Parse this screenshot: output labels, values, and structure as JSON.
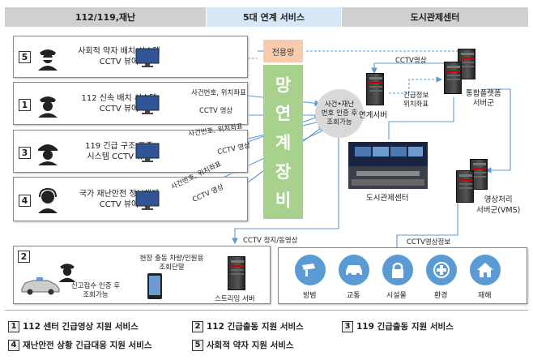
{
  "header": {
    "left": "112/119,재난",
    "middle": "5대 연계 서비스",
    "right": "도시관제센터"
  },
  "cards": [
    {
      "num": "5",
      "title": "사회적 약자 배치 시스템\nCCTV 뷰어"
    },
    {
      "num": "1",
      "title": "112 신속 배치 시스템\nCCTV 뷰어"
    },
    {
      "num": "3",
      "title": "119 긴급 구조 표준\n시스템 CCTV 뷰어"
    },
    {
      "num": "4",
      "title": "국가 재난안전 정보체계\nCCTV 뷰어"
    }
  ],
  "network": {
    "dedicated": "전용망",
    "linkage": [
      "망",
      "연",
      "계",
      "장",
      "비"
    ]
  },
  "flow_labels": {
    "incident_pos_1": "사건번호, 위치좌표",
    "cctv_img_1": "CCTV 영상",
    "incident_pos_2": "사건번호, 위치좌표",
    "cctv_img_2": "CCTV 영상",
    "incident_pos_3": "사건번호, 위치좌표",
    "cctv_img_3": "CCTV 영상",
    "cctv_img_top": "CCTV영상",
    "emergency_info": "긴급정보\n위치좌표",
    "cctv_still": "CCTV 정지/동영상",
    "cctv_info": "CCTV영상정보"
  },
  "auth_circle": "사건•재난\n번호 인증 후\n조회가능",
  "servers": {
    "link": "연계서버",
    "platform": "통합플랫폼\n서버군",
    "vms": "영상처리\n서버군(VMS)",
    "streaming": "스트리밍 서버"
  },
  "control_center": "도시관제센터",
  "dispatch": {
    "num": "2",
    "field": "현장 출동 차량/인원용\n조회단말",
    "report": "신고접수 인증 후\n조회가능"
  },
  "categories": [
    "방범",
    "교통",
    "시설물",
    "환경",
    "재해"
  ],
  "legend": [
    {
      "num": "1",
      "text": "112 센터 긴급영상 지원 서비스"
    },
    {
      "num": "2",
      "text": "112 긴급출동 지원 서비스"
    },
    {
      "num": "3",
      "text": "119 긴급출동 지원 서비스"
    },
    {
      "num": "4",
      "text": "재난안전 상황 긴급대응 지원 서비스"
    },
    {
      "num": "5",
      "text": "사회적 약자 지원 서비스"
    }
  ],
  "colors": {
    "arrow": "#5b9bd5",
    "linkage": "#a9d18e",
    "dedicated": "#f7cbac",
    "icon": "#5b9bd5"
  }
}
